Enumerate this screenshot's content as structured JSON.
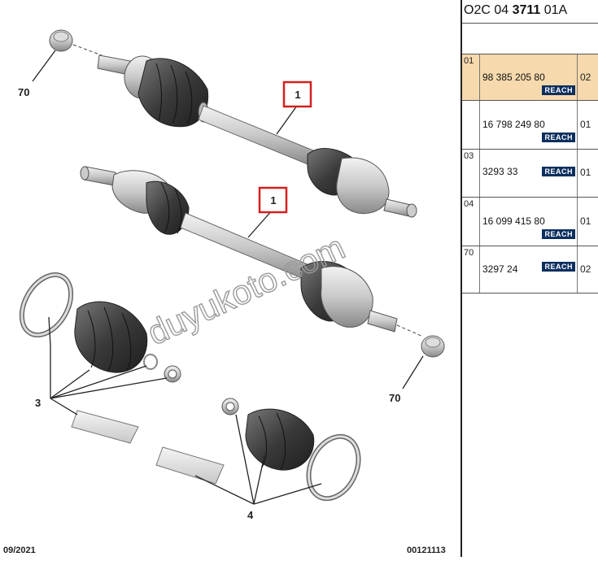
{
  "diagram": {
    "callouts": [
      "70",
      "1",
      "1",
      "70",
      "3",
      "4"
    ],
    "date": "09/2021",
    "drawing_number": "00121113",
    "watermark": "duyukoto.com"
  },
  "panel": {
    "code_prefix": "O2C 04 ",
    "code_bold": "3711",
    "code_suffix": " 01A",
    "rows": [
      {
        "idx": "01",
        "ref": "98 385 205 80",
        "reach": "REACH",
        "qty": "02"
      },
      {
        "idx": "",
        "ref": "16 798 249 80",
        "reach": "REACH",
        "qty": "01"
      },
      {
        "idx": "03",
        "ref": "3293 33",
        "reach": "REACH",
        "qty": "01"
      },
      {
        "idx": "04",
        "ref": "16 099 415 80",
        "reach": "REACH",
        "qty": "01"
      },
      {
        "idx": "70",
        "ref": "3297 24",
        "reach": "REACH",
        "qty": "02"
      }
    ]
  },
  "colors": {
    "highlight": "#f6d9ac",
    "reach_badge": "#0c2f5e",
    "callout_box": "#d32020"
  }
}
